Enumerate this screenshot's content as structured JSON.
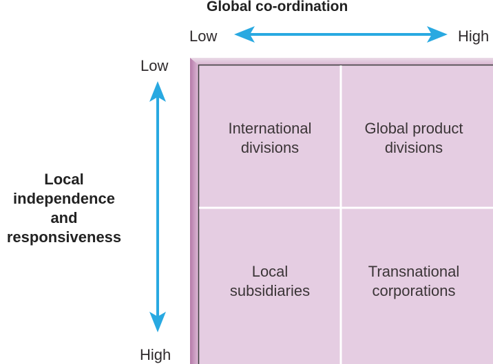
{
  "axes": {
    "horizontal": {
      "title": "Global co-ordination",
      "low": "Low",
      "high": "High"
    },
    "vertical": {
      "title_lines": [
        "Local",
        "independence",
        "and",
        "responsiveness"
      ],
      "low": "Low",
      "high": "High"
    }
  },
  "quadrants": {
    "top_left": [
      "International",
      "divisions"
    ],
    "top_right": [
      "Global product",
      "divisions"
    ],
    "bottom_left": [
      "Local",
      "subsidiaries"
    ],
    "bottom_right": [
      "Transnational",
      "corporations"
    ]
  },
  "colors": {
    "arrow": "#29a9e1",
    "cell_fill": "#e5cde2",
    "frame_shadow": "#b97fae",
    "divider": "#ffffff",
    "border": "#3a3a3a"
  }
}
